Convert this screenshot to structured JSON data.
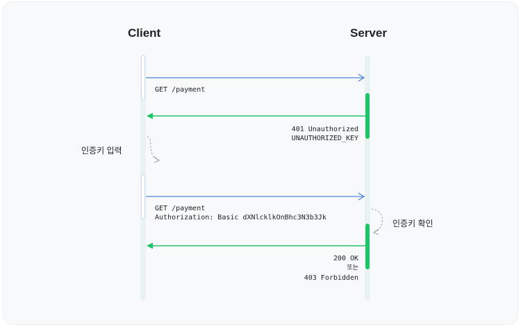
{
  "actors": {
    "client": "Client",
    "server": "Server"
  },
  "messages": [
    {
      "label": "GET /payment",
      "direction": "client-to-server"
    },
    {
      "lines": [
        "401 Unauthorized",
        "UNAUTHORIZED_KEY"
      ],
      "direction": "server-to-client"
    },
    {
      "lines": [
        "GET /payment",
        "Authorization: Basic dXNlcklkOnBhc3N3b3Jk"
      ],
      "direction": "client-to-server"
    },
    {
      "lines": [
        "200 OK",
        "또는",
        "403 Forbidden"
      ],
      "direction": "server-to-client"
    }
  ],
  "self_notes": {
    "client": "인증키 입력",
    "server": "인증키 확인"
  },
  "colors": {
    "request_arrow": "#4a86d9",
    "response_arrow": "#1fc46a",
    "self_loop": "#9aa3ad"
  }
}
